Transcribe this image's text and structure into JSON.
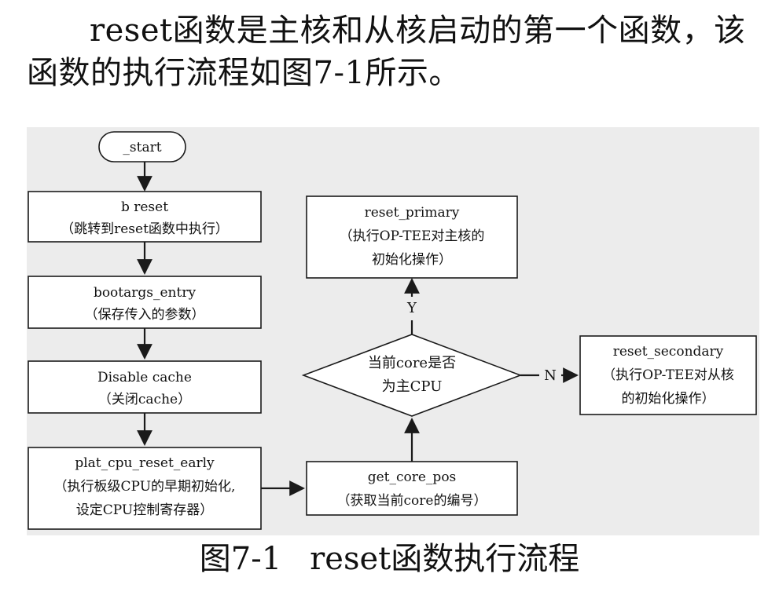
{
  "intro": {
    "line1": "reset函数是主核和从核启动的第一个函数，该",
    "line2": "函数的执行流程如图7-1所示。"
  },
  "flowchart": {
    "start": "_start",
    "b_reset": {
      "title": "b reset",
      "note": "（跳转到reset函数中执行）"
    },
    "bootargs_entry": {
      "title": "bootargs_entry",
      "note": "（保存传入的参数）"
    },
    "disable_cache": {
      "title": "Disable cache",
      "note": "（关闭cache）"
    },
    "plat_cpu_reset_early": {
      "title": "plat_cpu_reset_early",
      "note_line1": "（执行板级CPU的早期初始化,",
      "note_line2": "设定CPU控制寄存器）"
    },
    "get_core_pos": {
      "title": "get_core_pos",
      "note": "（获取当前core的编号）"
    },
    "decision": {
      "line1": "当前core是否",
      "line2": "为主CPU",
      "yes_label": "Y",
      "no_label": "N"
    },
    "reset_primary": {
      "title": "reset_primary",
      "note_line1": "（执行OP-TEE对主核的",
      "note_line2": "初始化操作）"
    },
    "reset_secondary": {
      "title": "reset_secondary",
      "note_line1": "（执行OP-TEE对从核",
      "note_line2": "的初始化操作）"
    }
  },
  "caption": {
    "number": "图7-1",
    "title": "reset函数执行流程"
  },
  "colors": {
    "figure_background": "#ececec",
    "box_fill": "#ffffff",
    "stroke": "#1a1a1a",
    "text": "#111111"
  }
}
